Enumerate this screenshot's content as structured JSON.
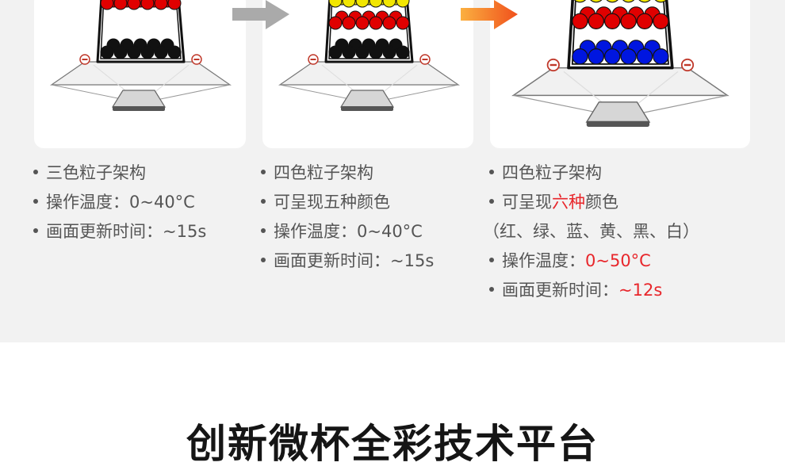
{
  "cards": [
    {
      "layers": [
        "#e00000",
        "#111111"
      ],
      "features": [
        "三色粒子架构",
        "操作温度：0~40°C",
        "画面更新时间：~15s"
      ]
    },
    {
      "layers": [
        "#f2e600",
        "#e00000",
        "#111111"
      ],
      "features": [
        "四色粒子架构",
        "可呈现五种颜色",
        "操作温度：0~40°C",
        "画面更新时间：~15s"
      ]
    },
    {
      "layers": [
        "#f2e600",
        "#e00000",
        "#0016e0"
      ],
      "f1": "四色粒子架构",
      "f2_pre": "可呈现",
      "f2_hl": "六种",
      "f2_post": "颜色",
      "f2_sub": "（红、绿、蓝、黄、黑、白）",
      "f3_pre": "操作温度：",
      "f3_hl": "0~50°C",
      "f4_pre": "画面更新时间：",
      "f4_hl": "~12s"
    }
  ],
  "colors": {
    "highlight": "#e8262b",
    "arrow_gray": "#aaaaaa",
    "arrow_orange": "#f26a1b"
  },
  "title": "创新微杯全彩技术平台"
}
